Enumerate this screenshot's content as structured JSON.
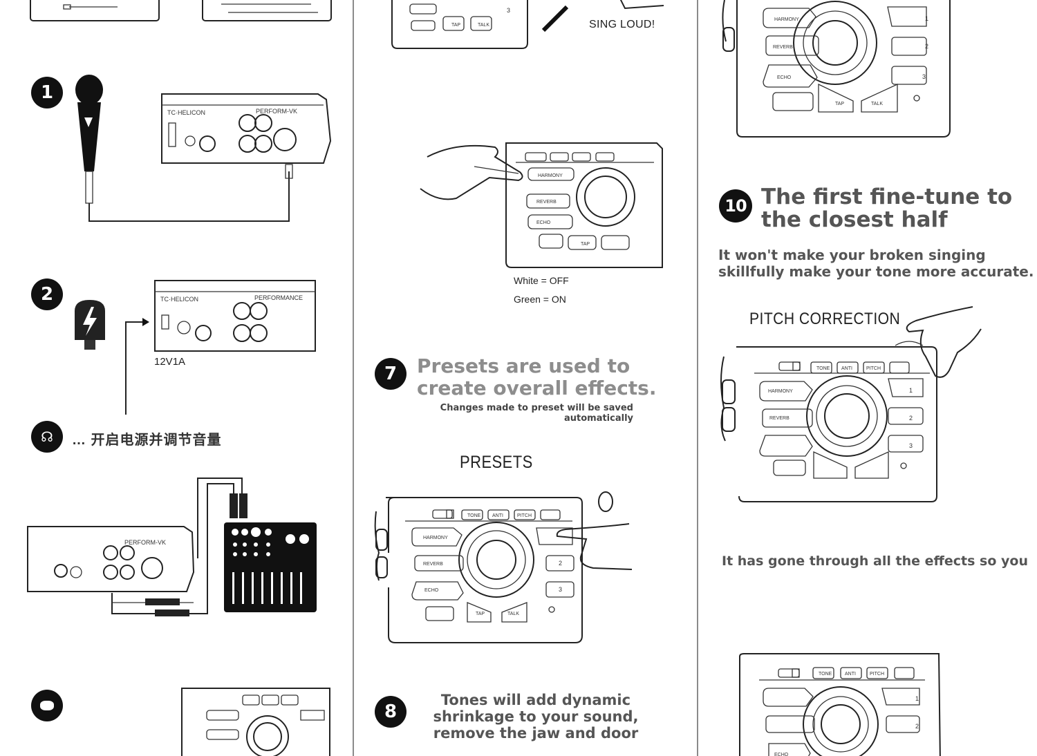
{
  "left_column": {
    "step1_badge": "1",
    "step2_badge": "2",
    "step2_power_label": "12V1A",
    "step3_badge_icon": "headphone-icon",
    "step3_caption_garbled": "… 开启电源并调节音量",
    "step4_badge_icon": "blank-badge-icon",
    "device_brand": "TC·HELICON",
    "device_model": "PERFORM-VK"
  },
  "middle_column": {
    "sing_loud": "SING LOUD!",
    "status_white": "White = OFF",
    "status_green": "Green = ON",
    "step7_badge": "7",
    "step7_title_line1": "Presets are used to",
    "step7_title_line2": "create overall effects.",
    "step7_note_line1": "Changes made to preset will be saved",
    "step7_note_line2": "automatically",
    "presets_label": "PRESETS",
    "step8_badge": "8",
    "step8_text_line1": "Tones will add dynamic",
    "step8_text_line2": "shrinkage to your sound,",
    "step8_text_line3": "remove the jaw and door"
  },
  "right_column": {
    "step10_badge": "10",
    "step10_title_line1": "The first fine-tune to",
    "step10_title_line2": "the closest half",
    "step10_desc_line1": "It won't make your broken singing",
    "step10_desc_line2": "skillfully make your tone more accurate.",
    "pitch_correction_label": "PITCH CORRECTION",
    "effects_text": "It has gone through all the effects so you"
  },
  "pad_buttons": {
    "harmony": "HARMONY",
    "reverb": "REVERB",
    "echo": "ECHO",
    "tap": "TAP",
    "talk": "TALK",
    "tone": "TONE",
    "pitch": "PITCH",
    "anti": "ANTI",
    "num1": "1",
    "num2": "2",
    "num3": "3"
  }
}
